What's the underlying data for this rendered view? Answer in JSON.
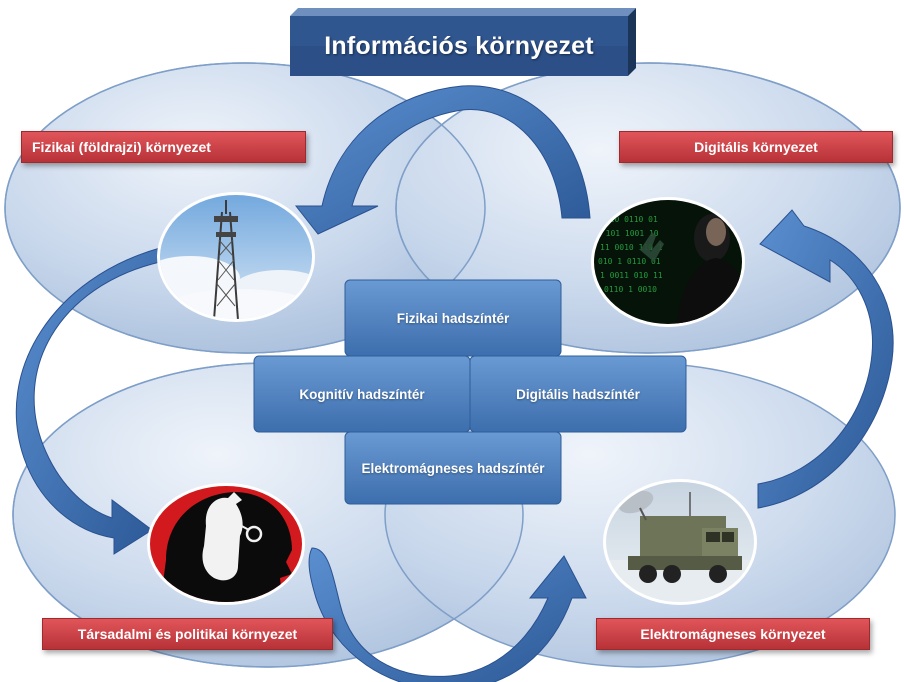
{
  "title": "Információs környezet",
  "environments": {
    "physical": "Fizikai (földrajzi) környezet",
    "digital": "Digitális környezet",
    "social": "Társadalmi és politikai környezet",
    "electromagnetic": "Elektromágneses környezet"
  },
  "domains": {
    "physical": "Fizikai hadszíntér",
    "cognitive": "Kognitív hadszíntér",
    "digital": "Digitális hadszíntér",
    "electromagnetic": "Elektromágneses hadszíntér"
  },
  "colors": {
    "ellipse_light": "#dde7f3",
    "ellipse_dark": "#a8bedb",
    "title_front": "#22457a",
    "arrow": "#3a6cb0",
    "domain_box": "#4f84c2",
    "label_red": "#c23a40"
  },
  "icons": {
    "physical": "cell-tower-icon",
    "digital": "hacker-icon",
    "social": "head-silhouette-icon",
    "electromagnetic": "military-truck-icon"
  }
}
